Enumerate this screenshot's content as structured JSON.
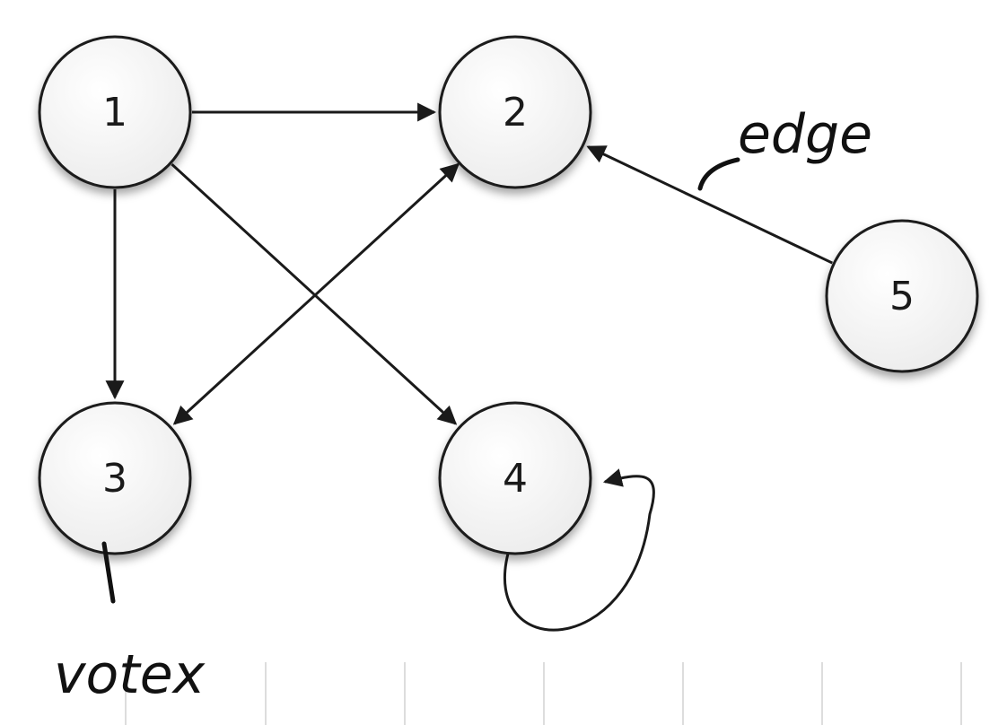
{
  "nodes": [
    {
      "id": "1",
      "label": "1"
    },
    {
      "id": "2",
      "label": "2"
    },
    {
      "id": "3",
      "label": "3"
    },
    {
      "id": "4",
      "label": "4"
    },
    {
      "id": "5",
      "label": "5"
    }
  ],
  "edges": [
    {
      "from": "1",
      "to": "2"
    },
    {
      "from": "1",
      "to": "3"
    },
    {
      "from": "1",
      "to": "4"
    },
    {
      "from": "2",
      "to": "3",
      "bidirectional": true
    },
    {
      "from": "5",
      "to": "2"
    },
    {
      "from": "4",
      "to": "4",
      "self_loop": true
    }
  ],
  "annotations": {
    "edge": "edge",
    "vertex": "votex"
  },
  "colors": {
    "node_fill": "#f7f7f7",
    "stroke": "#1a1a1a",
    "ink": "#111111",
    "grid": "#dddddd"
  }
}
